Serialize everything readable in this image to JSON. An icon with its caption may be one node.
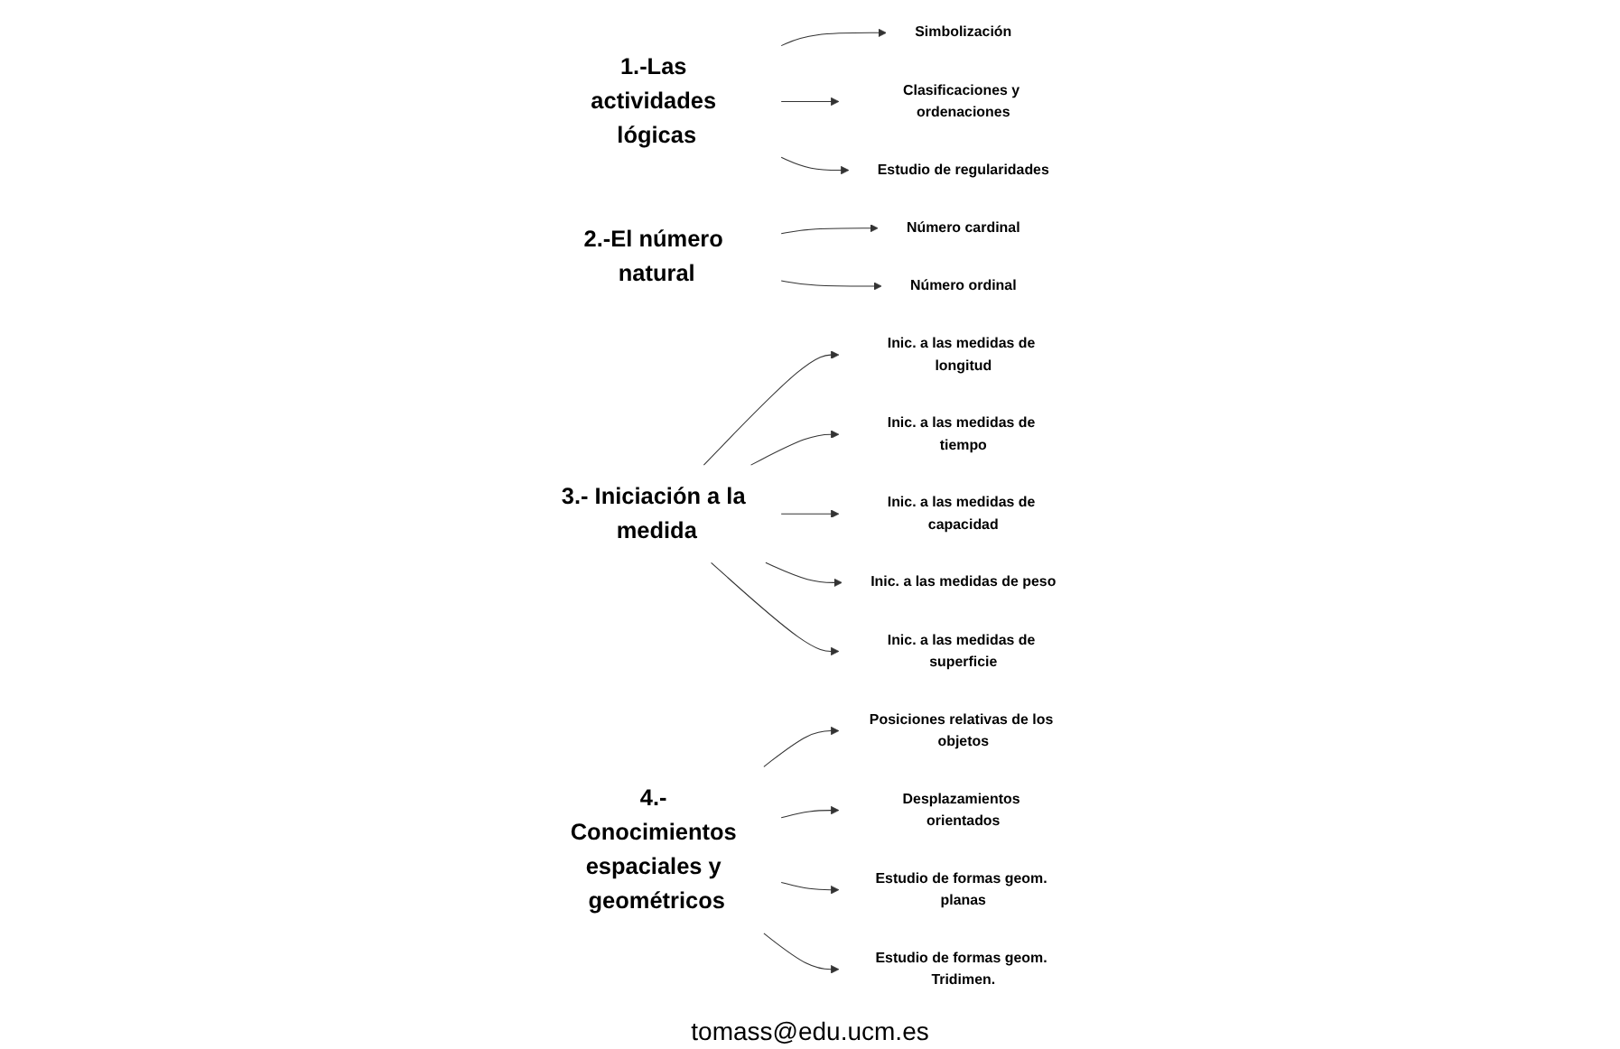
{
  "diagram": {
    "nodes": [
      {
        "text": [
          "1.-Las actividades lógicas"
        ]
      },
      {
        "text": [
          "Simbolización"
        ]
      },
      {
        "text": [
          "Clasificaciones y ordenaciones"
        ]
      },
      {
        "text": [
          "Estudio de regularidades"
        ]
      },
      {
        "text": [
          "2.-El número natural"
        ]
      },
      {
        "text": [
          "Número cardinal"
        ]
      },
      {
        "text": [
          "Número ordinal"
        ]
      },
      {
        "text": [
          "3.- Iniciación a la medida"
        ]
      },
      {
        "text": [
          "Inic. a las medidas de longitud"
        ]
      },
      {
        "text": [
          "Inic. a las medidas de tiempo"
        ]
      },
      {
        "text": [
          "Inic. a las medidas de capacidad"
        ]
      },
      {
        "text": [
          "Inic. a las medidas de peso"
        ]
      },
      {
        "text": [
          "Inic. a las medidas de superficie"
        ]
      },
      {
        "text": [
          "4.- Conocimientos espaciales y geométricos"
        ]
      },
      {
        "text": [
          "Posiciones relativas de los objetos"
        ]
      },
      {
        "text": [
          "Desplazamientos orientados"
        ]
      },
      {
        "text": [
          "Estudio de formas geom. planas"
        ]
      },
      {
        "text": [
          "Estudio de formas geom. Tridimen."
        ]
      }
    ],
    "edges": [
      {
        "from": 0,
        "to": 1,
        "arrow": "to"
      },
      {
        "from": 0,
        "to": 2,
        "arrow": "to"
      },
      {
        "from": 0,
        "to": 3,
        "arrow": "to"
      },
      {
        "from": 4,
        "to": 5,
        "arrow": "to"
      },
      {
        "from": 4,
        "to": 6,
        "arrow": "to"
      },
      {
        "from": 7,
        "to": 8,
        "arrow": "to"
      },
      {
        "from": 7,
        "to": 9,
        "arrow": "to"
      },
      {
        "from": 7,
        "to": 10,
        "arrow": "to"
      },
      {
        "from": 7,
        "to": 11,
        "arrow": "to"
      },
      {
        "from": 7,
        "to": 12,
        "arrow": "to"
      },
      {
        "from": 13,
        "to": 14,
        "arrow": "to"
      },
      {
        "from": 13,
        "to": 15,
        "arrow": "to"
      },
      {
        "from": 13,
        "to": 16,
        "arrow": "to"
      },
      {
        "from": 13,
        "to": 17,
        "arrow": "to"
      }
    ],
    "labels": [
      "tomass@edu.ucm.es"
    ]
  }
}
